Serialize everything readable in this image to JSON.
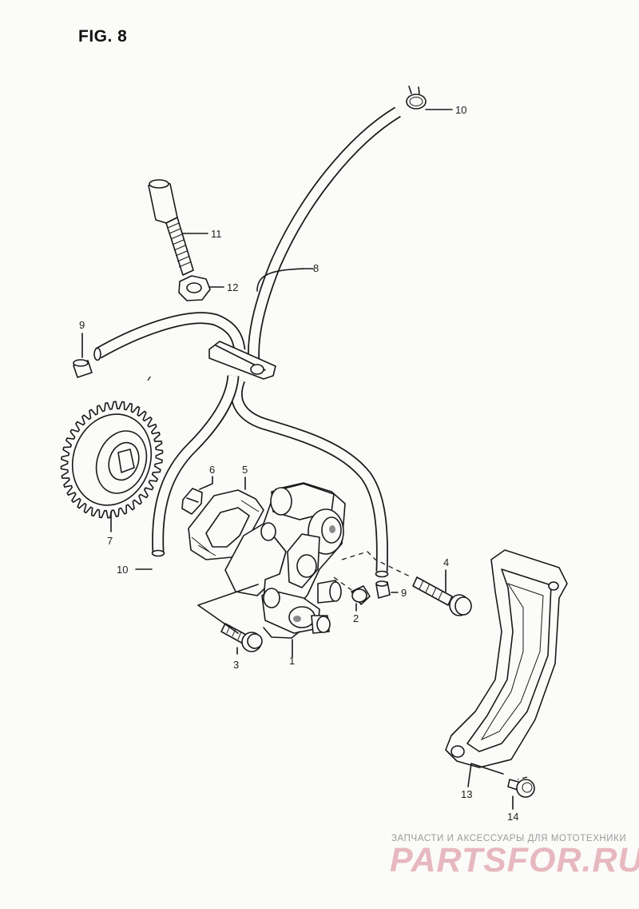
{
  "figure": {
    "title": "FIG. 8"
  },
  "callouts": [
    {
      "id": "c10a",
      "label": "10"
    },
    {
      "id": "c11",
      "label": "11"
    },
    {
      "id": "c8",
      "label": "8"
    },
    {
      "id": "c12",
      "label": "12"
    },
    {
      "id": "c9a",
      "label": "9"
    },
    {
      "id": "c6",
      "label": "6"
    },
    {
      "id": "c5",
      "label": "5"
    },
    {
      "id": "c7",
      "label": "7"
    },
    {
      "id": "c10b",
      "label": "10"
    },
    {
      "id": "c4",
      "label": "4"
    },
    {
      "id": "c9b",
      "label": "9"
    },
    {
      "id": "c2",
      "label": "2"
    },
    {
      "id": "c3",
      "label": "3"
    },
    {
      "id": "c1",
      "label": "1"
    },
    {
      "id": "c13",
      "label": "13"
    },
    {
      "id": "c14",
      "label": "14"
    }
  ],
  "watermark": {
    "caption": "ЗАПЧАСТИ И АКСЕССУАРЫ ДЛЯ МОТОТЕХНИКИ",
    "logo": "PARTSFOR.RU"
  }
}
